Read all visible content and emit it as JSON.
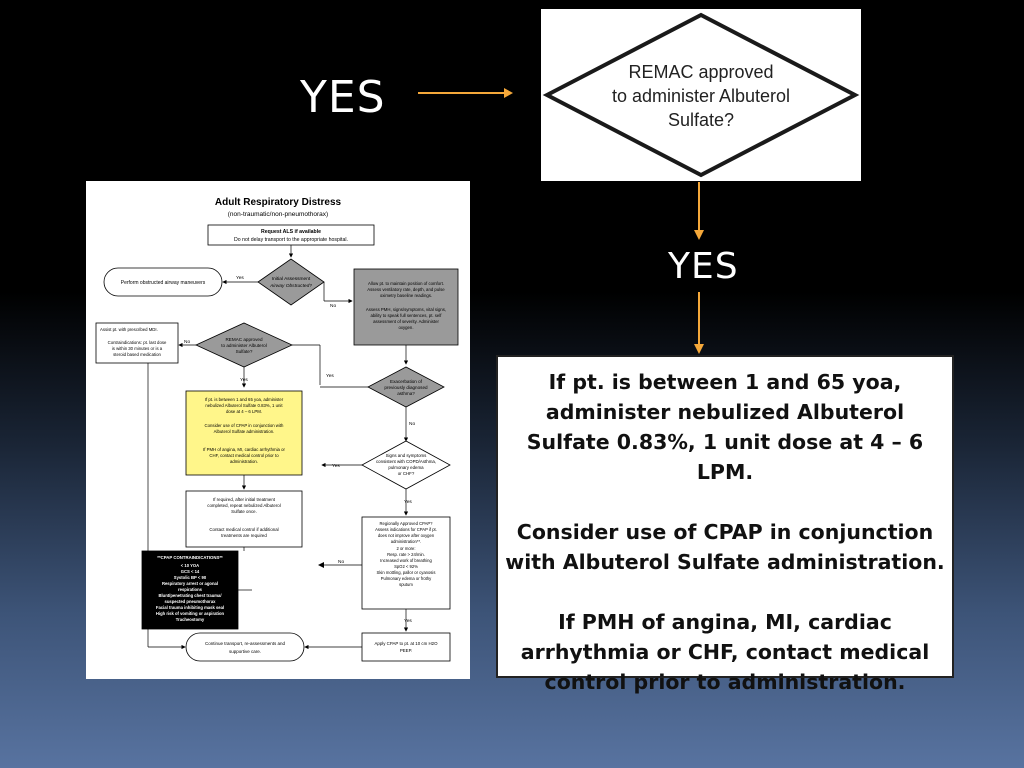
{
  "slide": {
    "yes_left": "YES",
    "yes_right": "YES",
    "remac_line1": "REMAC approved",
    "remac_line2": "to administer Albuterol",
    "remac_line3": "Sulfate?",
    "zoom_para1": "If pt. is between 1 and 65 yoa, administer nebulized Albuterol Sulfate 0.83%, 1 unit dose at 4 – 6 LPM.",
    "zoom_para2": "Consider use of CPAP in conjunction with Albuterol Sulfate administration.",
    "zoom_para3": "If PMH of angina, MI, cardiac arrhythmia or CHF, contact medical control prior to administration.",
    "accent_color": "#f5a83a"
  },
  "flowchart": {
    "title": "Adult Respiratory Distress",
    "subtitle": "(non-traumatic/non-pneumothorax)",
    "top_box_l1": "Request ALS if available",
    "top_box_l2": "Do not delay transport to the appropriate hospital.",
    "obstructed_box": "Perform obstructed airway maneuvers",
    "yes": "Yes",
    "no": "No",
    "airway_diamond_l1": "Initial Assessment",
    "airway_diamond_l2": "Airway Obstructed?",
    "assess_l1": "Allow pt. to maintain position of comfort.",
    "assess_l2": "Assess ventilatory rate, depth, and pulse",
    "assess_l3": "oximetry baseline readings.",
    "assess_l4": "Assess PMH, signs/symptoms, vital signs,",
    "assess_l5": "ability to speak full sentences, pt. self",
    "assess_l6": "assessment of severity. Administer",
    "assess_l7": "oxygen.",
    "assist_l1": "Assist pt. with prescribed MDI.",
    "assist_l2": "Contraindications: pt. last dose",
    "assist_l3": "is within 30 minutes or is a",
    "assist_l4": "steroid based medication",
    "remac_small_l1": "REMAC approved",
    "remac_small_l2": "to administer Albuterol",
    "remac_small_l3": "Sulfate?",
    "exacerb_l1": "Exacerbation of",
    "exacerb_l2": "previously diagnosed",
    "exacerb_l3": "asthma?",
    "yellow_l1": "If pt. is between 1 and 65 yoa, administer",
    "yellow_l2": "nebulized Albuterol Sulfate 0.83%, 1 unit",
    "yellow_l3": "dose at 4 – 6 LPM.",
    "yellow_l4": "Consider use of CPAP in conjunction with",
    "yellow_l5": "Albuterol Sulfate administration.",
    "yellow_l6": "If PMH of angina, MI, cardiac arrhythmia or",
    "yellow_l7": "CHF, contact medical control prior to",
    "yellow_l8": "administration.",
    "signs_l1": "Signs and symptoms",
    "signs_l2": "consistent with COPD/Asthma,",
    "signs_l3": "pulmonary edema",
    "signs_l4": "or CHF?",
    "repeat_l1": "If required, after initial treatment",
    "repeat_l2": "completed, repeat nebulized Albuterol",
    "repeat_l3": "Sulfate once.",
    "repeat_l4": "Contact medical control if additional",
    "repeat_l5": "treatments are required",
    "cpap_req_l1": "Regionally Approved CPAP?",
    "cpap_req_l2": "Assess indications for CPAP if pt.",
    "cpap_req_l3": "does not improve after oxygen",
    "cpap_req_l4": "administration**.",
    "cpap_req_l5": "2 or more:",
    "cpap_req_l6": "Resp. rate > 24/min.",
    "cpap_req_l7": "Increased work of breathing",
    "cpap_req_l8": "SpO2 < 92%",
    "cpap_req_l9": "Skin mottling, pallor or cyanosis",
    "cpap_req_l10": "Pulmonary edema or frothy",
    "cpap_req_l11": "sputum",
    "contra_title": "**CPAP CONTRAINDICATIONS**",
    "contra_l1": "< 10 YOA",
    "contra_l2": "GCS < 14",
    "contra_l3": "Systolic BP < 90",
    "contra_l4": "Respiratory arrest or agonal",
    "contra_l5": "respirations",
    "contra_l6": "Blunt/penetrating chest trauma/",
    "contra_l7": "suspected pneumothorax",
    "contra_l8": "Facial trauma inhibiting mask seal",
    "contra_l9": "High risk of vomiting or aspiration",
    "contra_l10": "Tracheostomy",
    "continue_l1": "Continue transport, re-assessments and",
    "continue_l2": "supportive care.",
    "apply_cpap_l1": "Apply CPAP to pt. at 10 cm H2O",
    "apply_cpap_l2": "PEEP."
  }
}
